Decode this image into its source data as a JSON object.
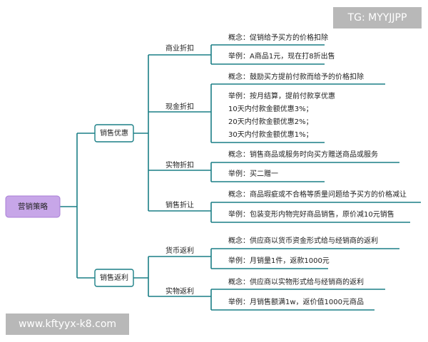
{
  "root": {
    "label": "营销策略"
  },
  "branches": [
    {
      "label": "销售优惠",
      "children": [
        {
          "label": "商业折扣",
          "notes": [
            {
              "lines": [
                "概念：促销给予买方的价格扣除"
              ]
            },
            {
              "lines": [
                "举例：A商品1元，现在打8折出售"
              ]
            }
          ]
        },
        {
          "label": "现金折扣",
          "notes": [
            {
              "lines": [
                "概念：鼓励买方提前付款而给予的价格扣除"
              ]
            },
            {
              "lines": [
                "举例：按月结算，提前付款享优惠",
                "10天内付款金额优惠3%；",
                "20天内付款金额优惠2%；",
                "30天内付款金额优惠1%；"
              ]
            }
          ]
        },
        {
          "label": "实物折扣",
          "notes": [
            {
              "lines": [
                "概念：销售商品或服务时向买方赠送商品或服务"
              ]
            },
            {
              "lines": [
                "举例：买二赠一"
              ]
            }
          ]
        },
        {
          "label": "销售折让",
          "notes": [
            {
              "lines": [
                "概念：商品瑕疵或不合格等质量问题给予买方的价格减让"
              ]
            },
            {
              "lines": [
                "举例：包装变形内物完好商品销售，原价减10元销售"
              ]
            }
          ]
        }
      ]
    },
    {
      "label": "销售返利",
      "children": [
        {
          "label": "货币返利",
          "notes": [
            {
              "lines": [
                "概念：供应商以货币资金形式给与经销商的返利"
              ]
            },
            {
              "lines": [
                "举例：月销量1件，返款1000元"
              ]
            }
          ]
        },
        {
          "label": "实物返利",
          "notes": [
            {
              "lines": [
                "概念：供应商以实物形式给与经销商的返利"
              ]
            },
            {
              "lines": [
                "举例：月销售额满1w，返价值1000元商品"
              ]
            }
          ]
        }
      ]
    }
  ],
  "watermarks": {
    "top": "TG: MYYJJPP",
    "bottom": "www.kftyyx-k8.com"
  },
  "colors": {
    "line": "#1a7f86",
    "root_fill": "#c7a6e8",
    "root_border": "#a87fd6"
  }
}
